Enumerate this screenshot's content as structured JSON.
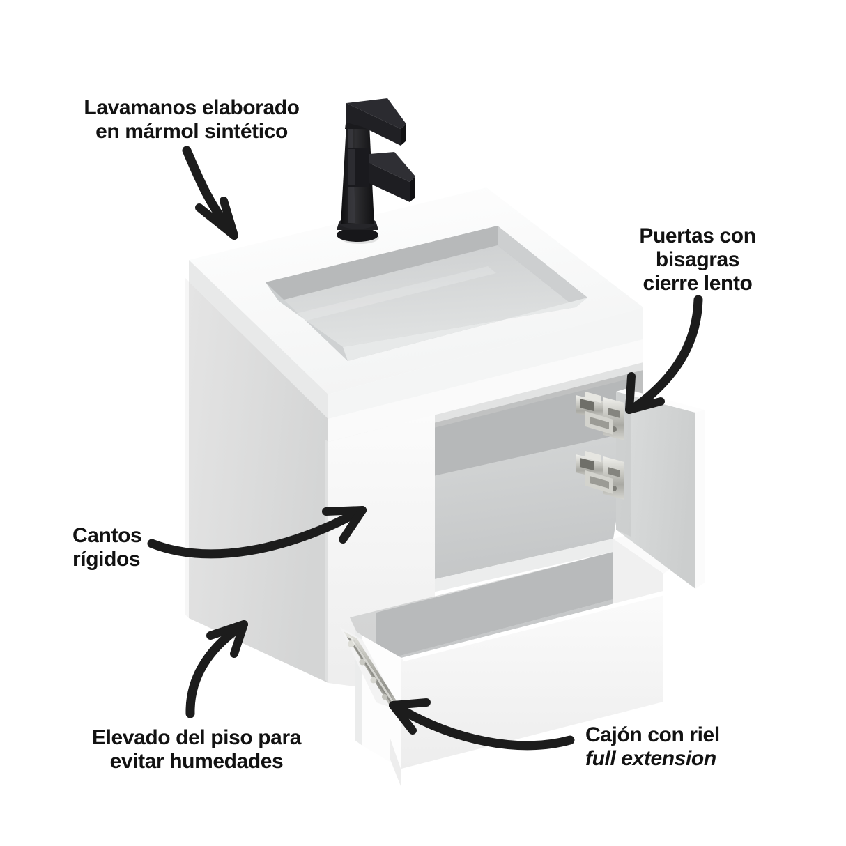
{
  "page": {
    "kind": "product-feature-infographic",
    "subject": "Mueble de baño / vanity con lavamanos",
    "background_color": "#ffffff",
    "text_color": "#121212"
  },
  "callouts": [
    {
      "id": "sink",
      "name": "callout-sink",
      "lines": [
        "Lavamanos elaborado",
        "en mármol sintético"
      ],
      "italic_lines": [],
      "points_to": "countertop-sink"
    },
    {
      "id": "hinges",
      "name": "callout-hinges",
      "lines": [
        "Puertas con",
        "bisagras",
        "cierre lento"
      ],
      "italic_lines": [],
      "points_to": "door-hinge-upper"
    },
    {
      "id": "edges",
      "name": "callout-edges",
      "lines": [
        "Cantos",
        "rígidos"
      ],
      "italic_lines": [],
      "points_to": "cabinet-front-edge"
    },
    {
      "id": "elevated",
      "name": "callout-elevated",
      "lines": [
        "Elevado del piso para",
        "evitar humedades"
      ],
      "italic_lines": [],
      "points_to": "cabinet-base"
    },
    {
      "id": "drawer",
      "name": "callout-drawer",
      "lines": [
        "Cajón con riel",
        "full extension"
      ],
      "italic_lines": [
        "full extension"
      ],
      "points_to": "drawer-slide-rail"
    }
  ],
  "product": {
    "parts": [
      "countertop-sink",
      "sink-basin",
      "faucet",
      "cabinet-body",
      "cabinet-side-panel",
      "upper-open-shelf",
      "lower-open-shelf",
      "open-door-panel",
      "door-hinge-upper",
      "door-hinge-lower",
      "drawer-box",
      "drawer-slide-rail",
      "cabinet-base"
    ],
    "colors": {
      "countertop_white": "#fbfbfb",
      "cabinet_white": "#f2f2f2",
      "side_panel_gray": "#dcdcdc",
      "basin_gray": "#c5c7c8",
      "interior_gray": "#c9cbcb",
      "interior_shadow": "#8b8d8d",
      "door_face_gray": "#d2d4d4",
      "faucet_black": "#1b1b1d",
      "hardware_chrome": "#c9c9c4",
      "arrow_black": "#1c1c1c"
    }
  }
}
